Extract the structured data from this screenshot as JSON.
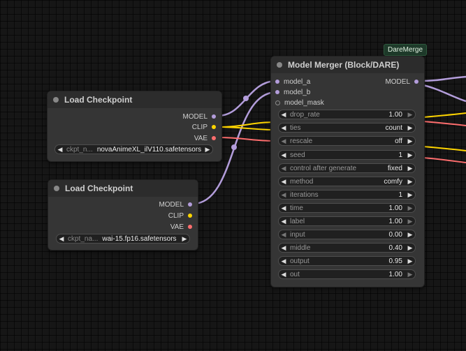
{
  "colors": {
    "model": "#b39ddb",
    "clip": "#ffd500",
    "vae": "#ff6e6e",
    "mask": "#8a8a8a"
  },
  "badge": {
    "label": "DareMerge"
  },
  "checkpoint_1": {
    "title": "Load Checkpoint",
    "outputs": [
      "MODEL",
      "CLIP",
      "VAE"
    ],
    "ckpt_label": "ckpt_n...",
    "ckpt_value": "novaAnimeXL_ilV110.safetensors"
  },
  "checkpoint_2": {
    "title": "Load Checkpoint",
    "outputs": [
      "MODEL",
      "CLIP",
      "VAE"
    ],
    "ckpt_label": "ckpt_na...",
    "ckpt_value": "wai-15.fp16.safetensors"
  },
  "merger": {
    "title": "Model Merger (Block/DARE)",
    "inputs": [
      "model_a",
      "model_b",
      "model_mask"
    ],
    "output": "MODEL",
    "widgets": [
      {
        "label": "drop_rate",
        "value": "1.00"
      },
      {
        "label": "ties",
        "value": "count"
      },
      {
        "label": "rescale",
        "value": "off"
      },
      {
        "label": "seed",
        "value": "1"
      },
      {
        "label": "control after generate",
        "value": "fixed"
      },
      {
        "label": "method",
        "value": "comfy"
      },
      {
        "label": "iterations",
        "value": "1"
      },
      {
        "label": "time",
        "value": "1.00"
      },
      {
        "label": "label",
        "value": "1.00"
      },
      {
        "label": "input",
        "value": "0.00"
      },
      {
        "label": "middle",
        "value": "0.40"
      },
      {
        "label": "output",
        "value": "0.95"
      },
      {
        "label": "out",
        "value": "1.00"
      }
    ]
  }
}
